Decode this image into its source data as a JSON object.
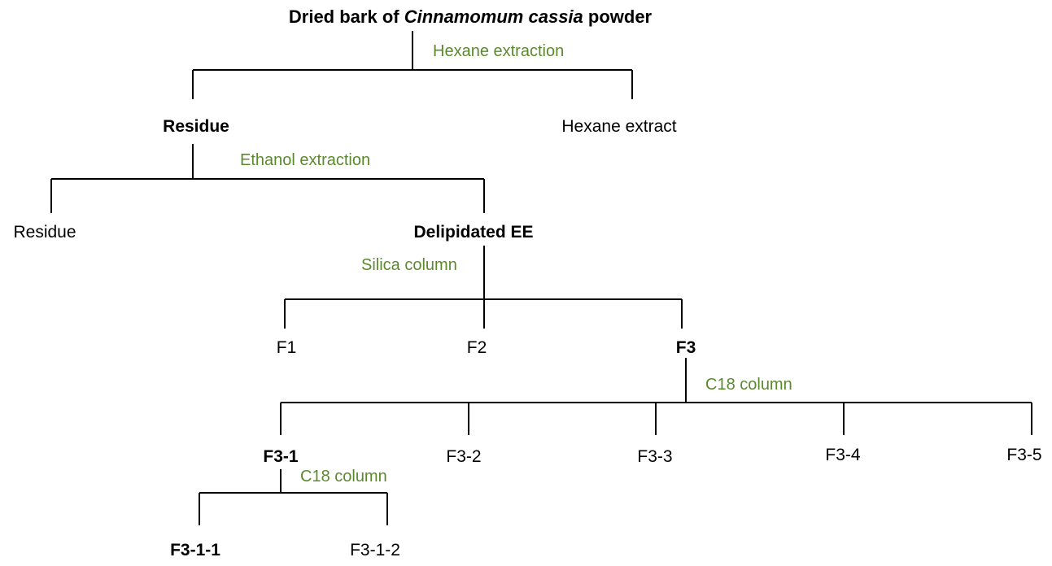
{
  "colors": {
    "text": "#000000",
    "step_label": "#5b8a2e",
    "line": "#000000"
  },
  "nodes": {
    "root": {
      "prefix": "Dried bark  of ",
      "italic": "Cinnamomum cassia",
      "suffix": " powder"
    },
    "residue_1": "Residue",
    "hexane_extract": "Hexane extract",
    "residue_2": "Residue",
    "delipidated_ee": "Delipidated EE",
    "f1": "F1",
    "f2": "F2",
    "f3": "F3",
    "f3_1": "F3-1",
    "f3_2": "F3-2",
    "f3_3": "F3-3",
    "f3_4": "F3-4",
    "f3_5": "F3-5",
    "f3_1_1": "F3-1-1",
    "f3_1_2": "F3-1-2"
  },
  "steps": {
    "hexane_extraction": "Hexane extraction",
    "ethanol_extraction": "Ethanol extraction",
    "silica_column": "Silica column",
    "c18_column_1": "C18 column",
    "c18_column_2": "C18 column"
  }
}
